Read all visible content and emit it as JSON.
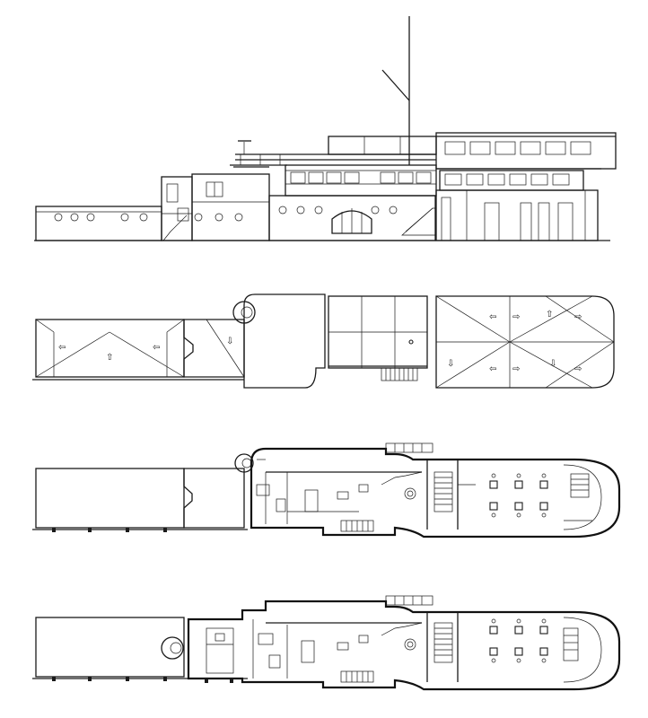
{
  "drawing": {
    "views": [
      {
        "id": "elevation",
        "kind": "side-elevation"
      },
      {
        "id": "roof-plan",
        "kind": "roof-plan"
      },
      {
        "id": "upper-floor-plan",
        "kind": "floor-plan"
      },
      {
        "id": "lower-floor-plan",
        "kind": "floor-plan"
      }
    ],
    "colors": {
      "ink": "#1a1a1a",
      "paper": "#ffffff"
    }
  }
}
